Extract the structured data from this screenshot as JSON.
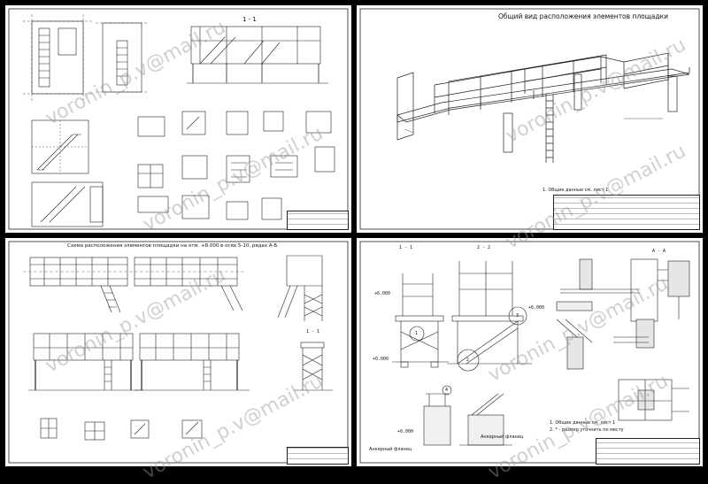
{
  "watermark": "voronin_p.v@mail.ru",
  "sheet1": {
    "section_label": "1 - 1"
  },
  "sheet2": {
    "title": "Общий вид расположения элементов площадки",
    "note": "1. Общие данные см. лист 1"
  },
  "sheet3": {
    "title": "Схема расположения элементов площадки на отм. +8.000 в осях 5-10, рядах А-Б",
    "section_label": "1 - 1"
  },
  "sheet4": {
    "sections": [
      "1 - 1",
      "2 - 2",
      "А - А"
    ],
    "levels": [
      "+6.000",
      "+6.000",
      "+0.000",
      "+0.000"
    ],
    "callouts": [
      "1",
      "2",
      "3",
      "4"
    ],
    "note1": "1. Общие данные см. лист 1",
    "note2": "2. * - размер уточнить по месту",
    "cap_left": "Анкерный фланец",
    "cap_right": "Анкерный фланец"
  }
}
